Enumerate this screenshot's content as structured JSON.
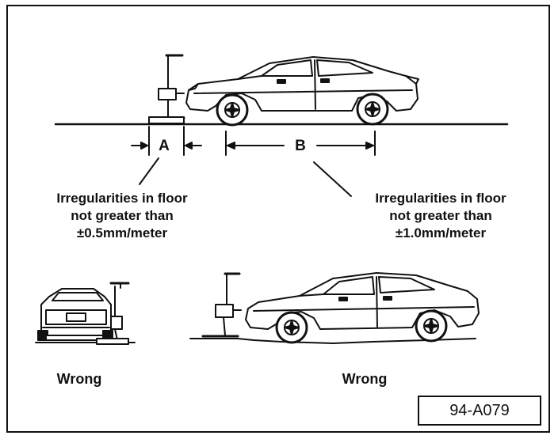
{
  "diagram": {
    "ruler_a": "A",
    "ruler_b": "B",
    "note_a": {
      "line1": "Irregularities in floor",
      "line2": "not greater than",
      "line3": "±0.5mm/meter"
    },
    "note_b": {
      "line1": "Irregularities in floor",
      "line2": "not greater than",
      "line3": "±1.0mm/meter"
    },
    "wrong_left": "Wrong",
    "wrong_right": "Wrong",
    "figure_code": "94-A079"
  }
}
